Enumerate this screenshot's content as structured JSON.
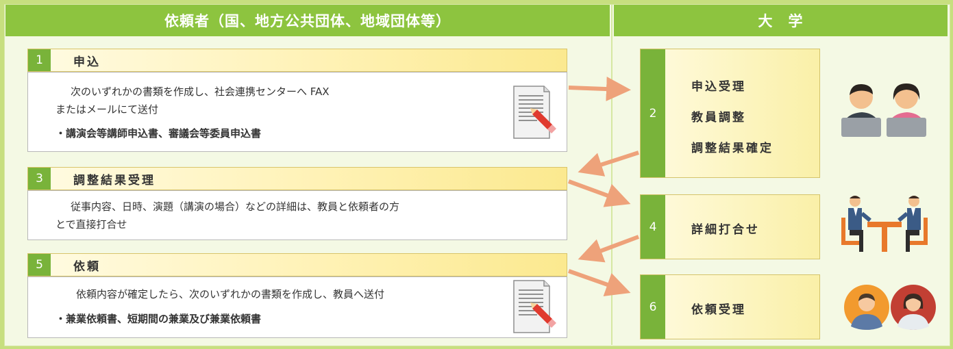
{
  "header": {
    "left": "依頼者（国、地方公共団体、地域団体等）",
    "right": "大　学"
  },
  "steps": {
    "s1": {
      "num": "1",
      "title": "申込",
      "line1": "次のいずれかの書類を作成し、社会連携センターへ FAX",
      "line2": "またはメールにて送付",
      "bullet": "・講演会等講師申込書、審議会等委員申込書"
    },
    "s2": {
      "num": "2",
      "labels": [
        "申込受理",
        "教員調整",
        "調整結果確定"
      ]
    },
    "s3": {
      "num": "3",
      "title": "調整結果受理",
      "line1": "従事内容、日時、演題（講演の場合）などの詳細は、教員と依頼者の方",
      "line2": "とで直接打合せ"
    },
    "s4": {
      "num": "4",
      "label": "詳細打合せ"
    },
    "s5": {
      "num": "5",
      "title": "依頼",
      "line1": "依頼内容が確定したら、次のいずれかの書類を作成し、教員へ送付",
      "bullet": "・兼業依頼書、短期間の兼業及び兼業依頼書"
    },
    "s6": {
      "num": "6",
      "label": "依頼受理"
    }
  },
  "icons": {
    "document": "document-pencil-icon",
    "staff": "staff-laptops-icon",
    "meeting": "meeting-icon",
    "people": "people-avatars-icon"
  },
  "colors": {
    "green": "#79b33a",
    "header": "#8dc43f",
    "arrow": "#eea27a",
    "background": "#c7df7f"
  }
}
